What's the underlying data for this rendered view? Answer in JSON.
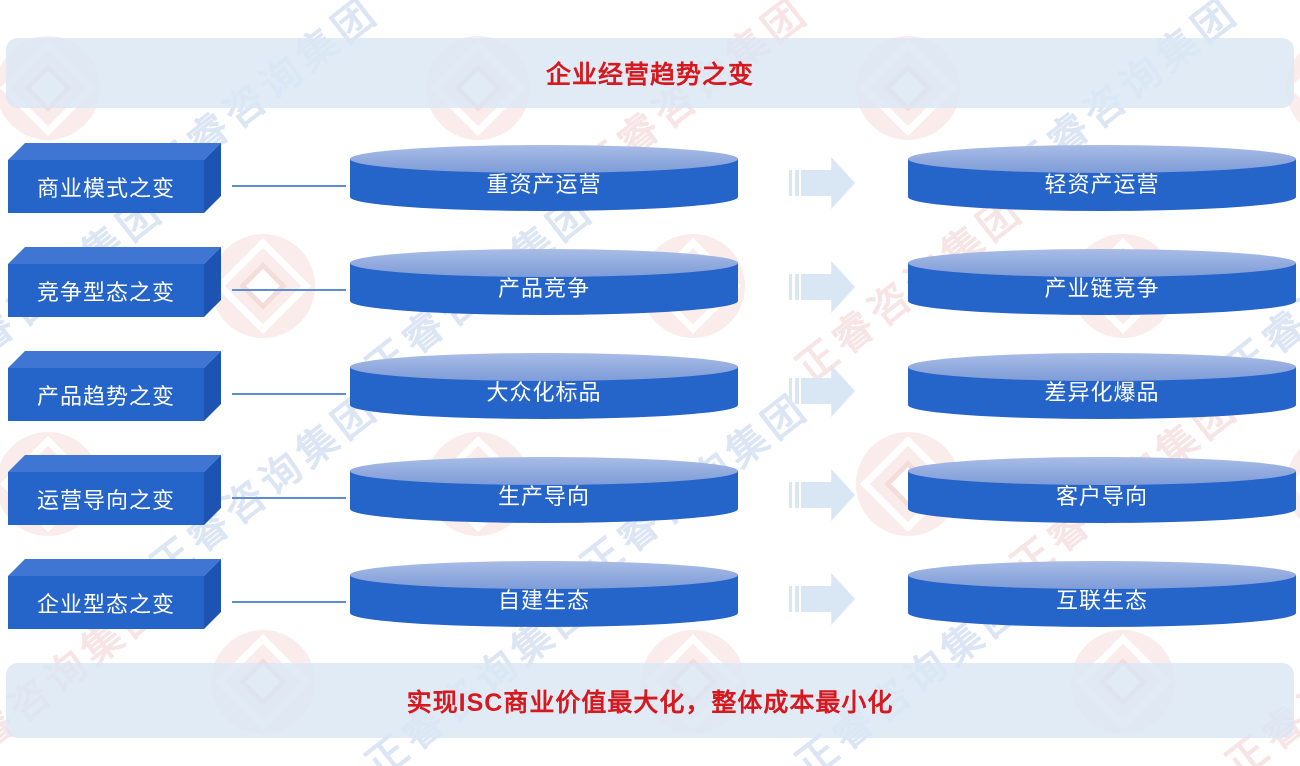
{
  "title": "企业经营趋势之变",
  "footer": "实现ISC商业价值最大化，整体成本最小化",
  "watermark": {
    "text": "正睿咨询集团"
  },
  "colors": {
    "primary_blue": "#2564c9",
    "light_blue_panel": "#dbe7f4",
    "accent_red": "#d5191e",
    "arrow_light_blue": "#d9e6f4"
  },
  "rows": [
    {
      "label": "商业模式之变",
      "from": "重资产运营",
      "to": "轻资产运营"
    },
    {
      "label": "竞争型态之变",
      "from": "产品竞争",
      "to": "产业链竞争"
    },
    {
      "label": "产品趋势之变",
      "from": "大众化标品",
      "to": "差异化爆品"
    },
    {
      "label": "运营导向之变",
      "from": "生产导向",
      "to": "客户导向"
    },
    {
      "label": "企业型态之变",
      "from": "自建生态",
      "to": "互联生态"
    }
  ]
}
